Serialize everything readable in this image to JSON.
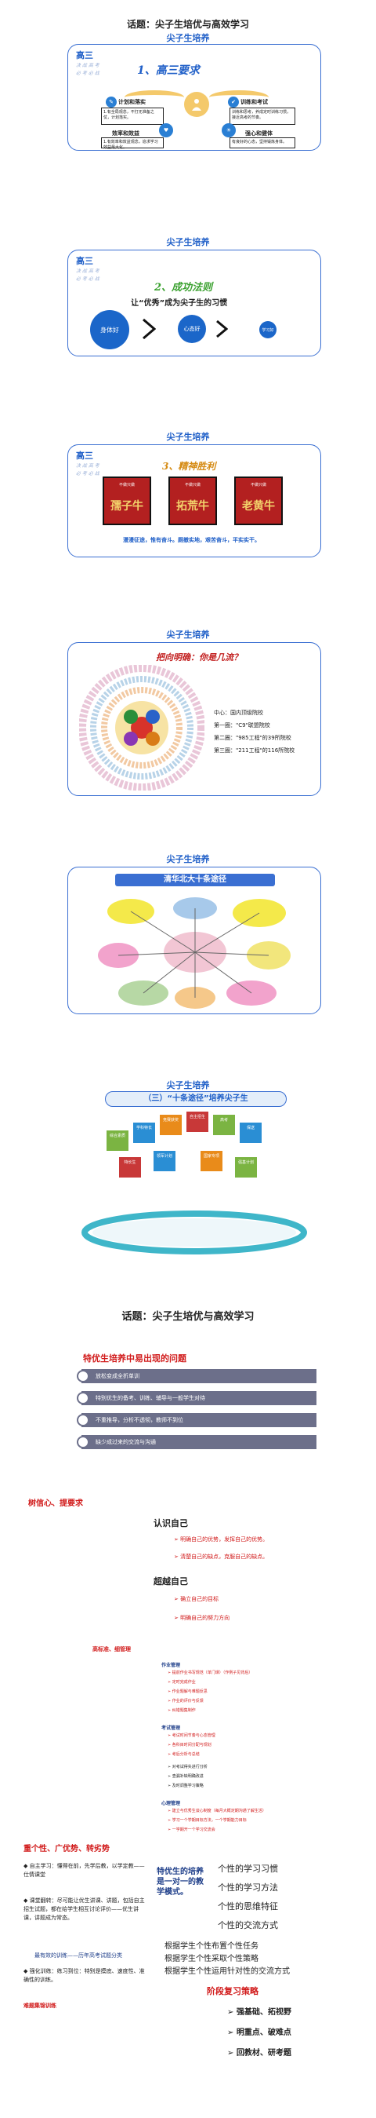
{
  "page": {
    "title": "话题：尖子生培优与高效学习",
    "section_label": "尖子生培养"
  },
  "block1": {
    "grade": "高三",
    "sub": [
      "决 战 高 考",
      "必 考 必 战"
    ],
    "heading": "1、高三要求",
    "items": [
      {
        "label": "计划和落实",
        "text": "1.有全局观念，不打无准备之仗，计划落实。"
      },
      {
        "label": "训练和考试",
        "text": "训练和思考，养成定时训练习惯，接近高考的节奏。"
      },
      {
        "label": "效率和效益",
        "text": "1.有效率和效益观念，追求学习效益最大化。"
      },
      {
        "label": "强心和健体",
        "text": "有良好的心态，坚持锻炼身体。"
      }
    ]
  },
  "block2": {
    "grade": "高三",
    "sub": [
      "决 战 高 考",
      "必 考 必 战"
    ],
    "heading": "2、成功法则",
    "subtitle": "让“优秀”成为尖子生的习惯",
    "circles": [
      "身体好",
      "心态好",
      "学习好"
    ]
  },
  "block3": {
    "grade": "高三",
    "sub": [
      "决 战 高 考",
      "必 考 必 战"
    ],
    "heading": "3、精神胜利",
    "cards": [
      {
        "small": "不做只做",
        "big": "孺子牛"
      },
      {
        "small": "不做只做",
        "big": "拓荒牛"
      },
      {
        "small": "不做只做",
        "big": "老黄牛"
      }
    ],
    "caption": "漫漫征途，惟有奋斗。厕撤实地，艰苦奋斗，平实实干。"
  },
  "block4": {
    "heading": "把向明确：你是几流？",
    "ring_labels": [
      "中心",
      "第一圈",
      "第二圈",
      "第三圈"
    ],
    "legend": [
      "中心：国内顶级院校",
      "第一圈：\"C9\"联盟院校",
      "第二圈：\"985工程\"的39所院校",
      "第三圈：\"211工程\"的116所院校"
    ]
  },
  "block5": {
    "heading": "清华北大十条途径"
  },
  "block6": {
    "heading": "（三）“十条途径”培养尖子生",
    "signs": [
      "综合素质",
      "学科特长",
      "竞赛获奖",
      "自主招生",
      "高考",
      "保送",
      "特长生",
      "领军计划",
      "国家专项",
      "强基计划"
    ]
  },
  "part2": {
    "title": "话题：尖子生培优与高效学习",
    "problems_heading": "特优生培养中易出现的问题",
    "problems": [
      "放松变成全折单训",
      "特别优生的备考、训练、辅导与一般学生对待",
      "不重推导，分析不透彻，教师不到位",
      "缺少成过来的交流与沟通"
    ],
    "confidence_heading": "树信心、提要求",
    "know_self": "认识自己",
    "know_items": [
      "明确自己的优势，发挥自己的优势。",
      "清楚自己的缺点，克服自己的缺点。"
    ],
    "beyond_self": "超越自己",
    "beyond_items": [
      "确立自己的目标",
      "明确自己的努力方向"
    ],
    "high_std": "高标准、细管理",
    "work_mgmt": "作业管理",
    "work_items": [
      "提前作业书写规范（单门课）（作例子见背后）",
      "定时完成作业",
      "作业题解与难题反思",
      "作业的评价与反馈",
      "纠错题集制作"
    ],
    "exam_mgmt": "考试管理",
    "exam_items": [
      "考试时间节奏与心态管理",
      "各科目时间分配与规划",
      "考后分析与总结",
      "对考试得失进行分析",
      "查漏补缺明确改进",
      "及时调整学习策略"
    ],
    "mind_mgmt": "心理管理",
    "mind_items": [
      "建立与优秀生谈心制度（每月大概定期沟通了解生活）",
      "学习一个学期目标方法，一个学期能力目标",
      "一学期开一个学习交流会"
    ],
    "diff_heading": "重个性、广优势、转劣势",
    "left_items": [
      "自主学习：懂得在前，先学后教，以学定教——仕情课堂",
      "课堂翻转：尽可能让优生讲课、讲题，包括自主招生试题，都在给学生相互讨论评价——优生讲课，讲题成为常态。",
      "最有效的训练——历年高考试题分类",
      "强化训练：练习到位：特别是摸底、速度性、准确性的训练。",
      "难题集锦训练"
    ],
    "center_note": "特优生的培养是一对一的教学模式。",
    "right_items": [
      "个性的学习习惯",
      "个性的学习方法",
      "个性的思维特征",
      "个性的交流方式"
    ],
    "plans": [
      "根据学生个性布置个性任务",
      "根据学生个性采取个性策略",
      "根据学生个性运用针对性的交流方式"
    ],
    "stage_heading": "阶段复习策略",
    "stages": [
      "强基础、拓视野",
      "明重点、破难点",
      "回教材、研考题"
    ]
  }
}
